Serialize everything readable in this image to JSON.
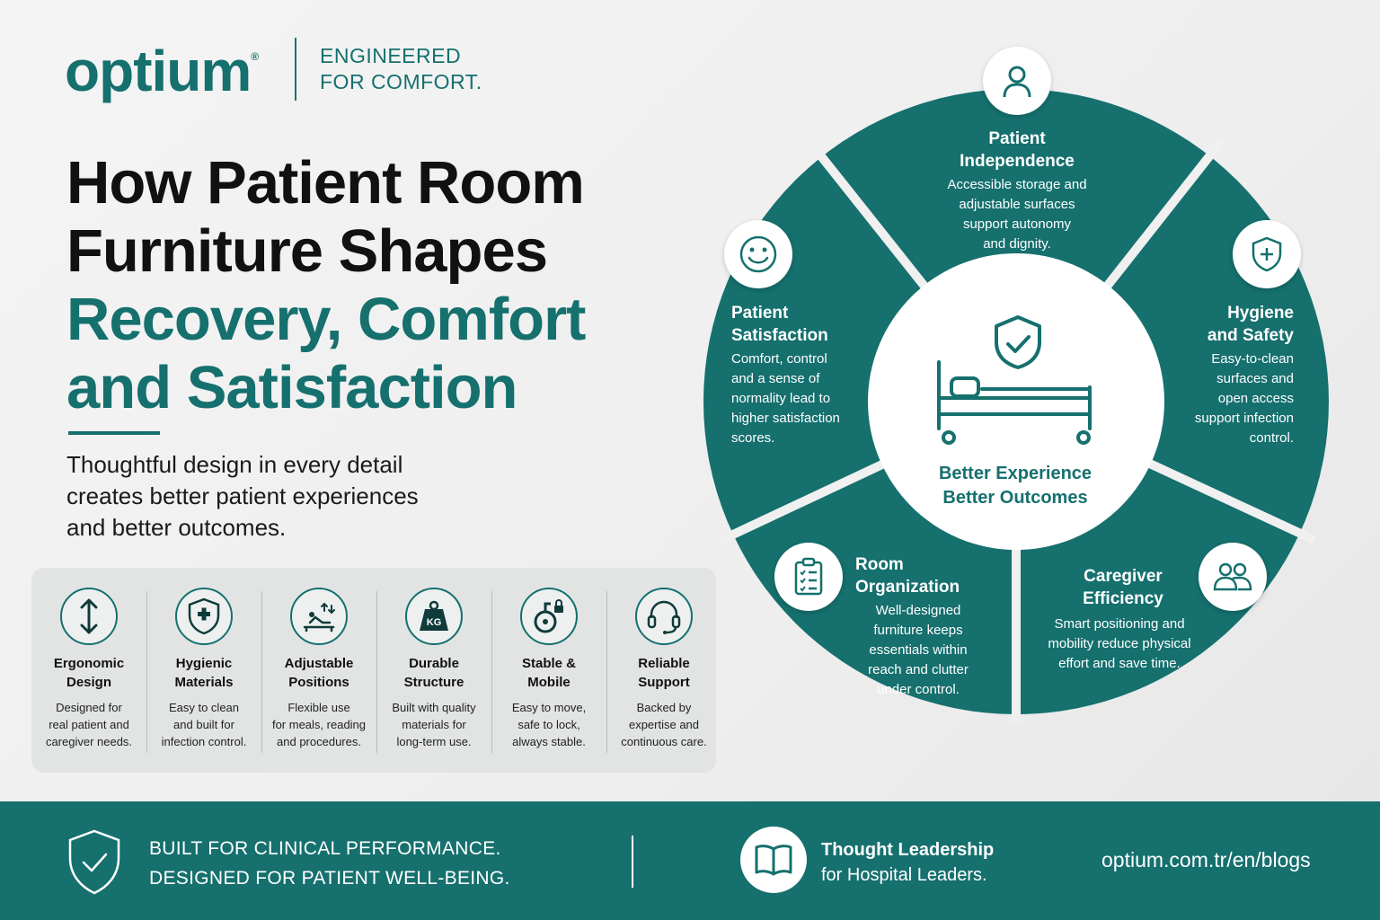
{
  "brand": {
    "logo": "optium",
    "tagline_line1": "ENGINEERED",
    "tagline_line2": "FOR COMFORT.",
    "color": "#15706e"
  },
  "headline": {
    "line1": "How Patient Room",
    "line2": "Furniture Shapes",
    "line3": "Recovery, Comfort",
    "line4": "and Satisfaction"
  },
  "intro": {
    "line1": "Thoughtful design in every detail",
    "line2": "creates better patient experiences",
    "line3": "and better outcomes."
  },
  "features": [
    {
      "icon": "vertical-arrows-icon",
      "title1": "Ergonomic",
      "title2": "Design",
      "desc1": "Designed for",
      "desc2": "real patient and",
      "desc3": "caregiver needs."
    },
    {
      "icon": "shield-plus-icon",
      "title1": "Hygienic",
      "title2": "Materials",
      "desc1": "Easy to clean",
      "desc2": "and built for",
      "desc3": "infection control."
    },
    {
      "icon": "adjustable-bed-icon",
      "title1": "Adjustable",
      "title2": "Positions",
      "desc1": "Flexible use",
      "desc2": "for meals, reading",
      "desc3": "and procedures."
    },
    {
      "icon": "weight-icon",
      "title1": "Durable",
      "title2": "Structure",
      "desc1": "Built with quality",
      "desc2": "materials for",
      "desc3": "long-term use.",
      "icon_label": "KG"
    },
    {
      "icon": "locking-wheel-icon",
      "title1": "Stable &",
      "title2": "Mobile",
      "desc1": "Easy to move,",
      "desc2": "safe to lock,",
      "desc3": "always stable."
    },
    {
      "icon": "headset-icon",
      "title1": "Reliable",
      "title2": "Support",
      "desc1": "Backed by",
      "desc2": "expertise and",
      "desc3": "continuous care."
    }
  ],
  "wheel": {
    "center_line1": "Better Experience",
    "center_line2": "Better Outcomes",
    "segments": {
      "independence": {
        "icon": "person-icon",
        "title1": "Patient",
        "title2": "Independence",
        "d1": "Accessible storage and",
        "d2": "adjustable surfaces",
        "d3": "support autonomy",
        "d4": "and dignity."
      },
      "hygiene": {
        "icon": "shield-plus-icon",
        "title1": "Hygiene",
        "title2": "and Safety",
        "d1": "Easy-to-clean",
        "d2": "surfaces and",
        "d3": "open access",
        "d4": "support infection",
        "d5": "control."
      },
      "caregiver": {
        "icon": "people-icon",
        "title1": "Caregiver",
        "title2": "Efficiency",
        "d1": "Smart positioning and",
        "d2": "mobility reduce physical",
        "d3": "effort and save time."
      },
      "organization": {
        "icon": "clipboard-icon",
        "title1": "Room",
        "title2": "Organization",
        "d1": "Well-designed",
        "d2": "furniture keeps",
        "d3": "essentials within",
        "d4": "reach and clutter",
        "d5": "under control."
      },
      "satisfaction": {
        "icon": "smiley-icon",
        "title1": "Patient",
        "title2": "Satisfaction",
        "d1": "Comfort, control",
        "d2": "and a sense of",
        "d3": "normality lead to",
        "d4": "higher satisfaction",
        "d5": "scores."
      }
    }
  },
  "footer": {
    "claim1": "BUILT FOR CLINICAL PERFORMANCE.",
    "claim2": "DESIGNED FOR PATIENT WELL-BEING.",
    "tl1": "Thought Leadership",
    "tl2": "for Hospital Leaders.",
    "url": "optium.com.tr/en/blogs"
  }
}
